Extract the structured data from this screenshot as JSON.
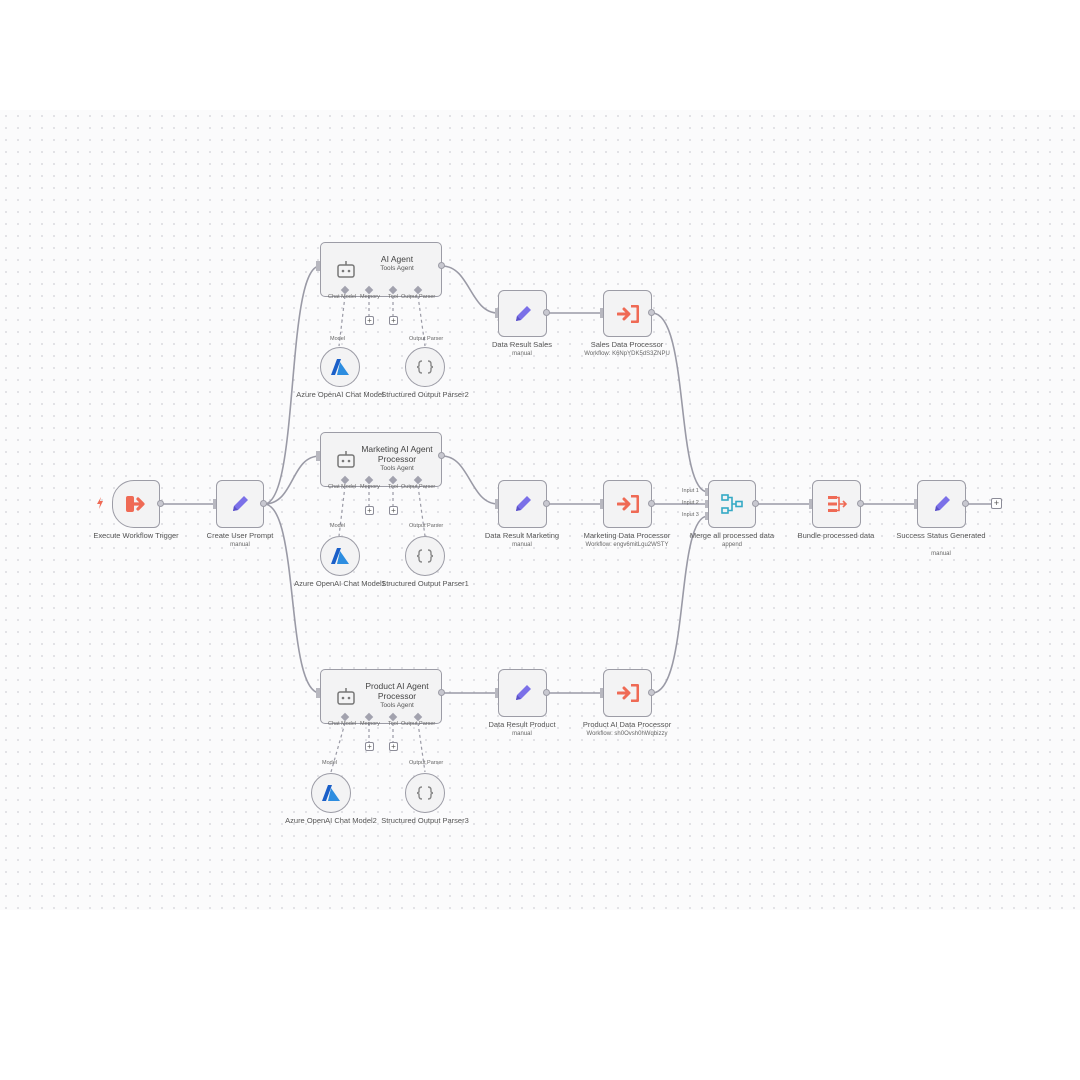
{
  "colors": {
    "accent_red": "#ef6a55",
    "accent_purple": "#7b70e8",
    "azure_blue": "#1a5fc8",
    "teal": "#35a9c5"
  },
  "nodes": {
    "trigger": {
      "label": "Execute Workflow Trigger",
      "icon": "exit-arrow-icon"
    },
    "create_prompt": {
      "label": "Create User Prompt",
      "sublabel": "manual",
      "icon": "pencil-icon"
    },
    "agent_top": {
      "title": "AI Agent",
      "sub": "Tools Agent",
      "icon": "robot-icon"
    },
    "agent_mid": {
      "title": "Marketing AI Agent Processor",
      "sub": "Tools Agent",
      "icon": "robot-icon"
    },
    "agent_bot": {
      "title": "Product AI Agent Processor",
      "sub": "Tools Agent",
      "icon": "robot-icon"
    },
    "sales_set": {
      "label": "Data Result Sales",
      "sublabel": "manual",
      "icon": "pencil-icon"
    },
    "marketing_set": {
      "label": "Data Result Marketing",
      "sublabel": "manual",
      "icon": "pencil-icon"
    },
    "product_set": {
      "label": "Data Result Product",
      "sublabel": "manual",
      "icon": "pencil-icon"
    },
    "sales_exec": {
      "label": "Sales Data Processor",
      "sublabel": "Workflow: K6NpYDK5dS3ZNPU",
      "icon": "execute-workflow-icon"
    },
    "marketing_exec": {
      "label": "Marketing Data Processor",
      "sublabel": "Workflow: engv6mitLqu2WSTY",
      "icon": "execute-workflow-icon"
    },
    "product_exec": {
      "label": "Product AI Data Processor",
      "sublabel": "Workflow: sh0Ovsh0hWqbizzy",
      "icon": "execute-workflow-icon"
    },
    "merge": {
      "label": "Merge all processed data",
      "sublabel": "append",
      "icon": "merge-icon",
      "inputs": [
        "Input 1",
        "Input 2",
        "Input 3"
      ]
    },
    "bundle": {
      "label": "Bundle processed data",
      "icon": "aggregate-icon"
    },
    "success": {
      "label": "Success Status Generated",
      "sublabel": "manual",
      "icon": "pencil-icon"
    },
    "model_top": {
      "label": "Azure OpenAI Chat Model",
      "icon": "azure-icon"
    },
    "model_mid": {
      "label": "Azure OpenAI Chat Model1",
      "icon": "azure-icon"
    },
    "model_bot": {
      "label": "Azure OpenAI Chat Model2",
      "icon": "azure-icon"
    },
    "parser_top": {
      "label": "Structured Output Parser2",
      "icon": "code-braces-icon"
    },
    "parser_mid": {
      "label": "Structured Output Parser1",
      "icon": "code-braces-icon"
    },
    "parser_bot": {
      "label": "Structured Output Parser3",
      "icon": "code-braces-icon"
    }
  },
  "ports": {
    "chat_model": "Chat Model",
    "memory": "Memory",
    "tool": "Tool",
    "output_parser": "Output Parser",
    "model": "Model",
    "parser": "Output Parser"
  },
  "add_symbol": "+"
}
